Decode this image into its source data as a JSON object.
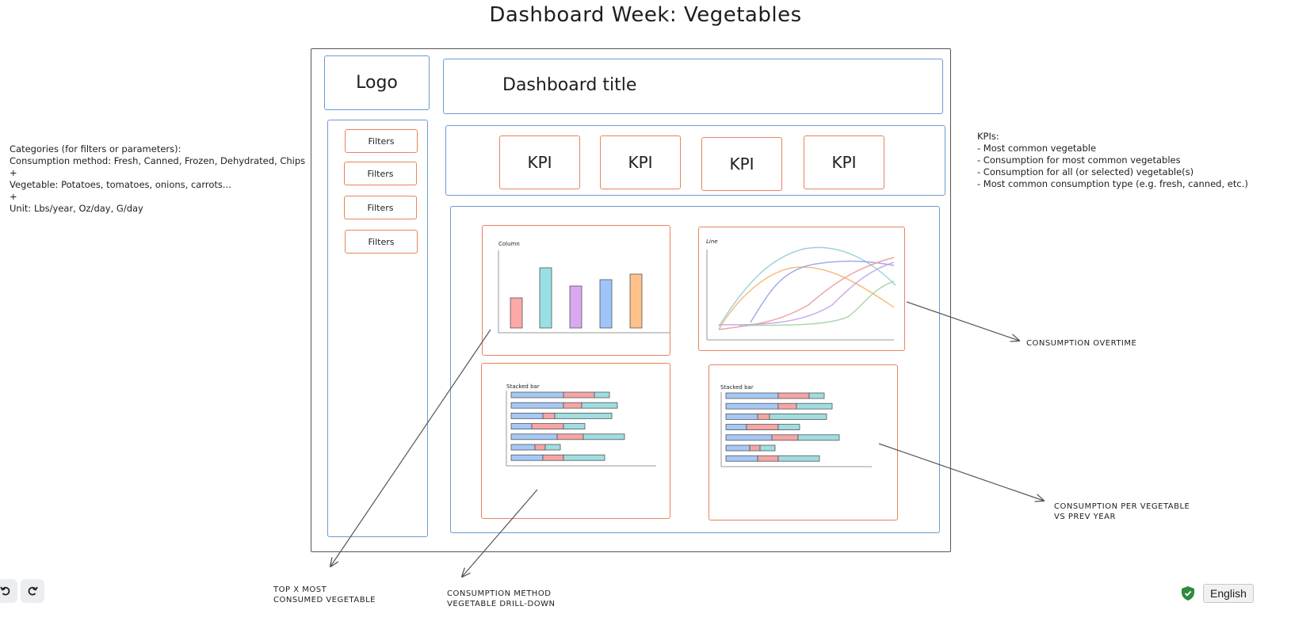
{
  "page_title": "Dashboard Week: Vegetables",
  "wireframe": {
    "logo_label": "Logo",
    "dashboard_title_label": "Dashboard title",
    "filters": [
      "Filters",
      "Filters",
      "Filters",
      "Filters"
    ],
    "kpis": [
      "KPI",
      "KPI",
      "KPI",
      "KPI"
    ],
    "charts": [
      {
        "label": "Column",
        "type": "bar",
        "bar_colors": [
          "#ffa8a8",
          "#99e0e6",
          "#d8a8f0",
          "#9ec5f8",
          "#ffc08a"
        ],
        "values": [
          38,
          76,
          53,
          61,
          68
        ]
      },
      {
        "label": "Line",
        "type": "line",
        "series_colors": [
          "#8ec9d1",
          "#f5b26b",
          "#8f9ef0",
          "#e99494",
          "#c59be6",
          "#9fd1a0"
        ]
      },
      {
        "label": "Stacked bar",
        "type": "stacked-bar"
      },
      {
        "label": "Stacked bar",
        "type": "stacked-bar"
      }
    ],
    "stacked_colors": [
      "#a5c8f5",
      "#f5a5a5",
      "#a0dde0"
    ],
    "stacked_rows": [
      [
        66,
        39,
        19
      ],
      [
        66,
        23,
        45
      ],
      [
        40,
        15,
        72
      ],
      [
        26,
        40,
        27
      ],
      [
        58,
        33,
        52
      ],
      [
        30,
        13,
        19
      ],
      [
        40,
        26,
        52
      ]
    ]
  },
  "notes": {
    "categories": "Categories (for filters or parameters):\nConsumption method: Fresh, Canned, Frozen, Dehydrated, Chips\n+\nVegetable: Potatoes, tomatoes, onions, carrots...\n+\nUnit: Lbs/year, Oz/day, G/day",
    "kpis": "KPIs:\n- Most common vegetable\n- Consumption for most common vegetables\n- Consumption for all (or selected) vegetable(s)\n- Most common consumption type (e.g. fresh, canned, etc.)",
    "consumption_overtime": "CONSUMPTION OVERTIME",
    "consumption_per_vegetable": "CONSUMPTION PER VEGETABLE\nVS PREV YEAR",
    "top_x": "TOP X MOST\nCONSUMED VEGETABLE",
    "consumption_method": "CONSUMPTION METHOD\nVEGETABLE DRILL-DOWN"
  },
  "toolbar": {
    "undo_icon": "undo-icon",
    "redo_icon": "redo-icon",
    "language_label": "English",
    "shield_icon": "shield-check-icon",
    "shield_color": "#2e8b3e"
  }
}
